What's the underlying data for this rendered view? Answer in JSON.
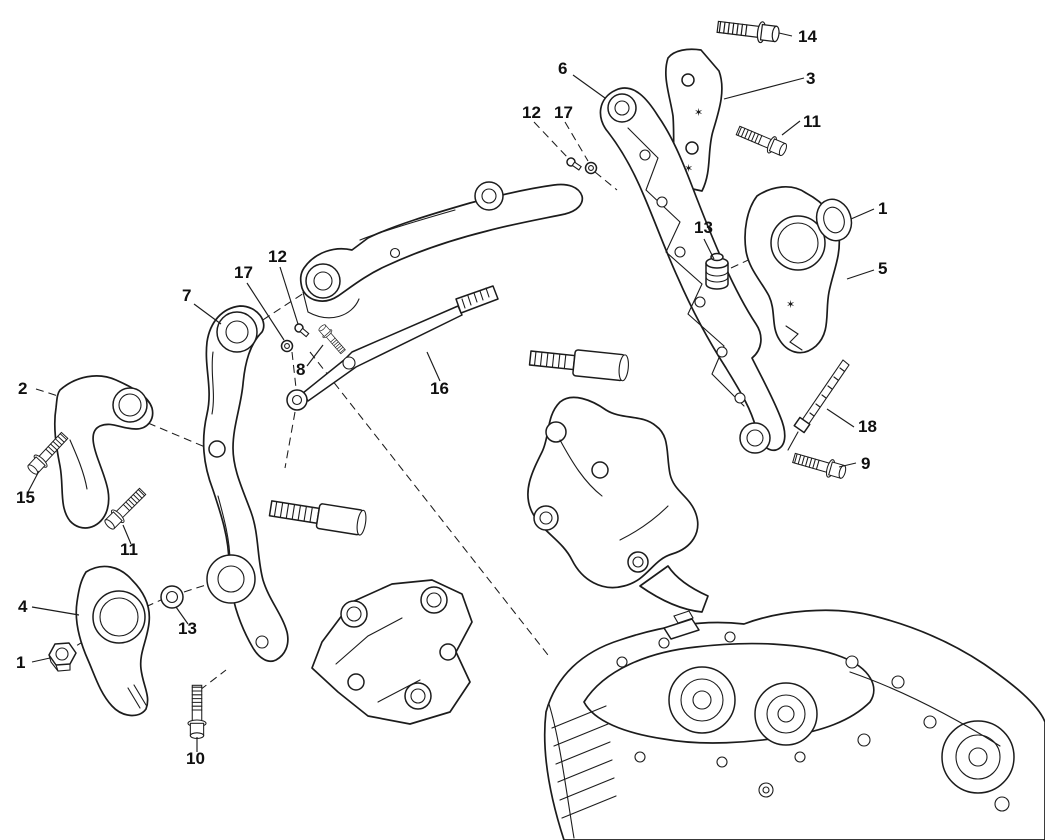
{
  "diagram": {
    "type": "exploded-parts-diagram",
    "colors": {
      "background": "#ffffff",
      "line": "#1c1c1c"
    },
    "icons": {
      "star": "✶"
    },
    "callouts": [
      {
        "label": "14"
      },
      {
        "label": "3"
      },
      {
        "label": "11"
      },
      {
        "label": "6"
      },
      {
        "label": "12"
      },
      {
        "label": "17"
      },
      {
        "label": "1"
      },
      {
        "label": "5"
      },
      {
        "label": "13"
      },
      {
        "label": "18"
      },
      {
        "label": "9"
      },
      {
        "label": "2"
      },
      {
        "label": "7"
      },
      {
        "label": "17"
      },
      {
        "label": "12"
      },
      {
        "label": "8"
      },
      {
        "label": "16"
      },
      {
        "label": "15"
      },
      {
        "label": "11"
      },
      {
        "label": "4"
      },
      {
        "label": "13"
      },
      {
        "label": "1"
      },
      {
        "label": "10"
      }
    ]
  }
}
